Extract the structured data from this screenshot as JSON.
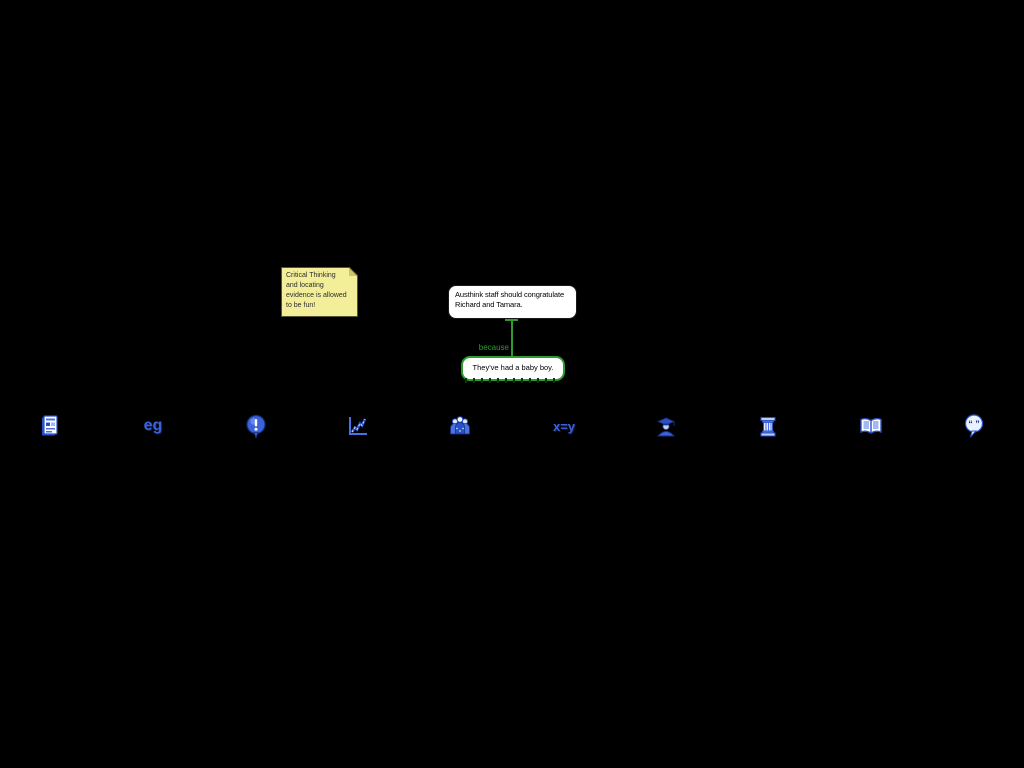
{
  "window": {
    "background": "#000000"
  },
  "sticky_note": {
    "lines": [
      "Critical Thinking",
      "and locating",
      "evidence is allowed",
      "to be fun!"
    ],
    "fill": "#f2ee9a",
    "fold_color": "#cdc75f"
  },
  "argument_map": {
    "claim_lines": [
      "Austhink staff should congratulate",
      "Richard and Tamara."
    ],
    "connector_label": "because",
    "reason_text": "They've had a baby boy.",
    "accent_green": "#2d9b2d"
  },
  "basis_icons": {
    "accent_blue": "#3b63d9",
    "items": [
      {
        "name": "webpage-icon"
      },
      {
        "name": "example-icon",
        "label": "eg"
      },
      {
        "name": "assertion-icon",
        "label": "!"
      },
      {
        "name": "statistics-icon"
      },
      {
        "name": "common-belief-icon"
      },
      {
        "name": "definition-icon",
        "label": "x=y"
      },
      {
        "name": "expert-opinion-icon"
      },
      {
        "name": "authority-icon"
      },
      {
        "name": "publication-icon"
      },
      {
        "name": "quote-icon",
        "label": "“ ”"
      }
    ]
  }
}
